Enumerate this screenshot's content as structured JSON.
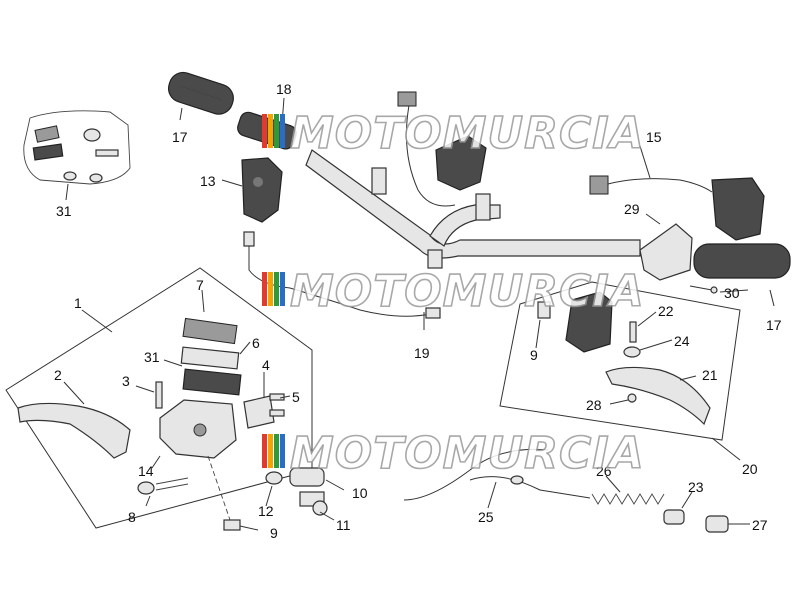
{
  "labels": {
    "l1": "1",
    "l2": "2",
    "l3": "3",
    "l4": "4",
    "l5": "5",
    "l6": "6",
    "l7": "7",
    "l8": "8",
    "l9a": "9",
    "l9b": "9",
    "l10": "10",
    "l11": "11",
    "l12": "12",
    "l13": "13",
    "l14": "14",
    "l15": "15",
    "l17a": "17",
    "l17b": "17",
    "l18": "18",
    "l19": "19",
    "l20": "20",
    "l21": "21",
    "l22": "22",
    "l23": "23",
    "l24": "24",
    "l25": "25",
    "l26": "26",
    "l27": "27",
    "l28": "28",
    "l29": "29",
    "l30": "30",
    "l31a": "31",
    "l31b": "31"
  },
  "watermark": {
    "text": "MOTOMURCIA",
    "colors": [
      "#e23b2e",
      "#f2a500",
      "#2f9a3a",
      "#2b6cc4"
    ]
  }
}
